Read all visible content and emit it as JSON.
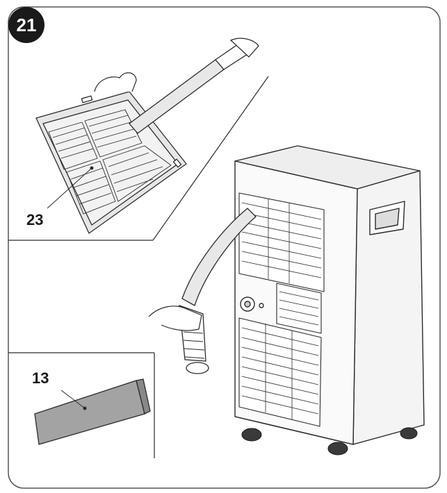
{
  "figure": {
    "step_number": "21",
    "callouts": {
      "filter": "23",
      "carbon_filter": "13"
    }
  },
  "colors": {
    "line": "#2a2a2a",
    "panel_border": "#555555",
    "badge": "#1a1a1a",
    "filter_fill": "#e6e6e6",
    "carbon_filter_fill": "#a3a3a3",
    "unit_fill": "#f4f4f4"
  }
}
